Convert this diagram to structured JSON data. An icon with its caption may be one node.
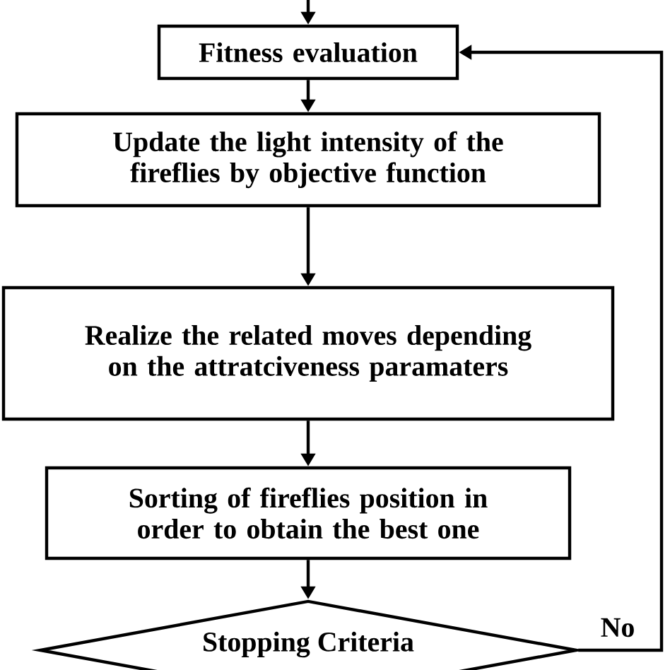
{
  "diagram": {
    "nodes": [
      {
        "text": [
          "Fitness evaluation"
        ]
      },
      {
        "text": [
          "Update the light intensity of the fireflies by objective function"
        ]
      },
      {
        "text": [
          "Realize the related moves depending on the attratciveness paramaters"
        ]
      },
      {
        "text": [
          "Sorting of fireflies position in order to obtain the best one"
        ]
      },
      {
        "text": [
          "Stopping Criteria"
        ]
      }
    ],
    "edges": [
      {
        "from": null,
        "to": 0,
        "arrow": "to"
      },
      {
        "from": 0,
        "to": 1,
        "arrow": "to"
      },
      {
        "from": 1,
        "to": 2,
        "arrow": "to"
      },
      {
        "from": 2,
        "to": 3,
        "arrow": "to"
      },
      {
        "from": 3,
        "to": 4,
        "arrow": "to"
      },
      {
        "from": 4,
        "to": 0,
        "arrow": "to",
        "label": "No"
      }
    ]
  }
}
